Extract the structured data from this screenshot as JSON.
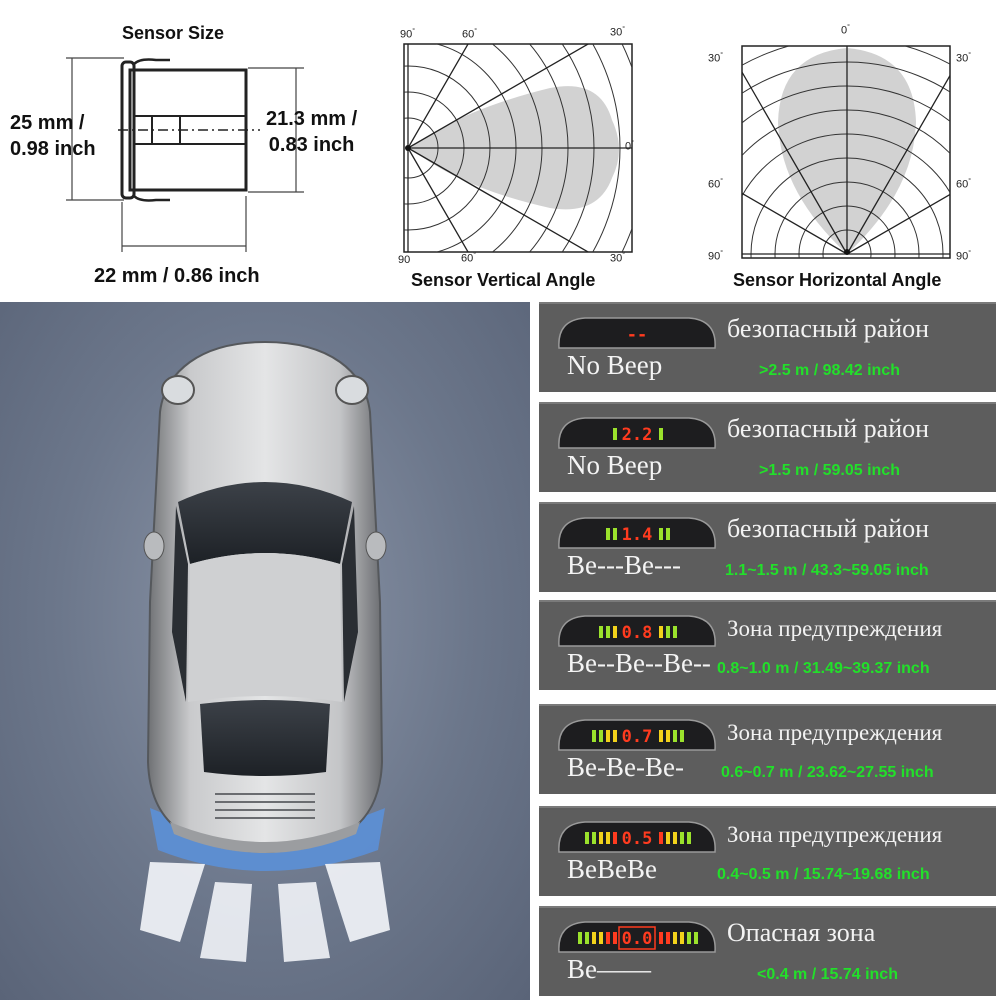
{
  "sensor_size": {
    "title": "Sensor Size",
    "height_label_1": "25 mm /",
    "height_label_2": "0.98 inch",
    "inner_label_1": "21.3 mm /",
    "inner_label_2": "0.83 inch",
    "width_label": "22 mm / 0.86 inch"
  },
  "vertical_angle": {
    "caption": "Sensor Vertical Angle",
    "top_ticks": [
      "90",
      "60",
      "30"
    ],
    "right_tick": "0",
    "bottom_ticks": [
      "90",
      "60",
      "30"
    ]
  },
  "horizontal_angle": {
    "caption": "Sensor Horizontal Angle",
    "top_tick": "0",
    "left_ticks": [
      "30",
      "60",
      "90"
    ],
    "right_ticks": [
      "30",
      "60",
      "90"
    ]
  },
  "levels": [
    {
      "display": "--",
      "zone": "безопасный район",
      "beep": "No Beep",
      "distance": ">2.5 m / 98.42 inch",
      "bars": 0
    },
    {
      "display": "2.2",
      "zone": "безопасный район",
      "beep": "No Beep",
      "distance": ">1.5 m / 59.05 inch",
      "bars": 1
    },
    {
      "display": "1.4",
      "zone": "безопасный район",
      "beep": "Be---Be---",
      "distance": "1.1~1.5 m / 43.3~59.05 inch",
      "bars": 2
    },
    {
      "display": "0.8",
      "zone": "Зона предупреждения",
      "beep": "Be--Be--Be--",
      "distance": "0.8~1.0 m / 31.49~39.37 inch",
      "bars": 3
    },
    {
      "display": "0.7",
      "zone": "Зона предупреждения",
      "beep": "Be-Be-Be-",
      "distance": "0.6~0.7 m / 23.62~27.55 inch",
      "bars": 4
    },
    {
      "display": "0.5",
      "zone": "Зона предупреждения",
      "beep": "BeBeBe",
      "distance": "0.4~0.5 m / 15.74~19.68 inch",
      "bars": 5
    },
    {
      "display": "0.0",
      "zone": "Опасная зона",
      "beep": "Be——",
      "distance": "<0.4 m / 15.74 inch",
      "bars": 6
    }
  ],
  "colors": {
    "safe_green": "#22e02a",
    "panel_gray": "#5d5d5d",
    "display_red": "#ff3b1f",
    "bar_green": "#9be22c",
    "bar_yellow": "#f2d21b",
    "bar_red": "#ff3b1f",
    "beam_blue": "#5b8fd6"
  }
}
